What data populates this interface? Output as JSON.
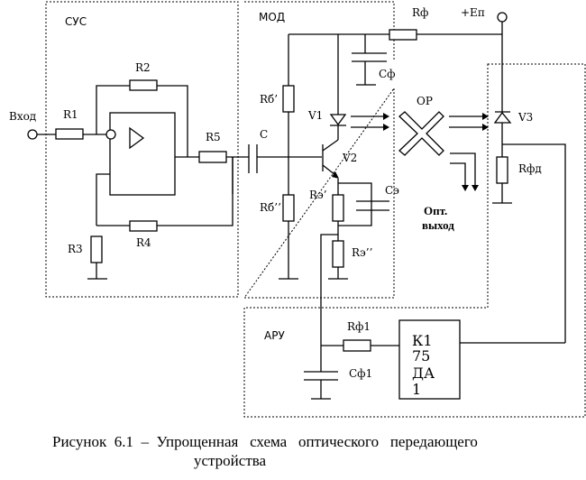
{
  "blocks": {
    "sus": "СУС",
    "mod": "МОД",
    "aru": "АРУ"
  },
  "labels": {
    "input": "Вход",
    "r1": "R1",
    "r2": "R2",
    "r3": "R3",
    "r4": "R4",
    "r5": "R5",
    "c": "C",
    "rb1": "Rб’",
    "rb2": "Rб’’",
    "v1": "V1",
    "v2": "V2",
    "re1": "Rэ’",
    "re2": "Rэ’’",
    "ce": "Cэ",
    "rf": "Rф",
    "cf": "Cф",
    "supply": "+Eп",
    "or": "ОР",
    "v3": "V3",
    "rfd": "Rфд",
    "opt_out_line1": "Опт.",
    "opt_out_line2": "выход",
    "rf1": "Rф1",
    "cf1": "Cф1"
  },
  "chip": {
    "lines": [
      "К1",
      "75",
      "ДА",
      "1"
    ]
  },
  "caption": {
    "line1": "Рисунок  6.1  –  Упрощенная   схема   оптического   передающего",
    "line2": "устройства"
  }
}
